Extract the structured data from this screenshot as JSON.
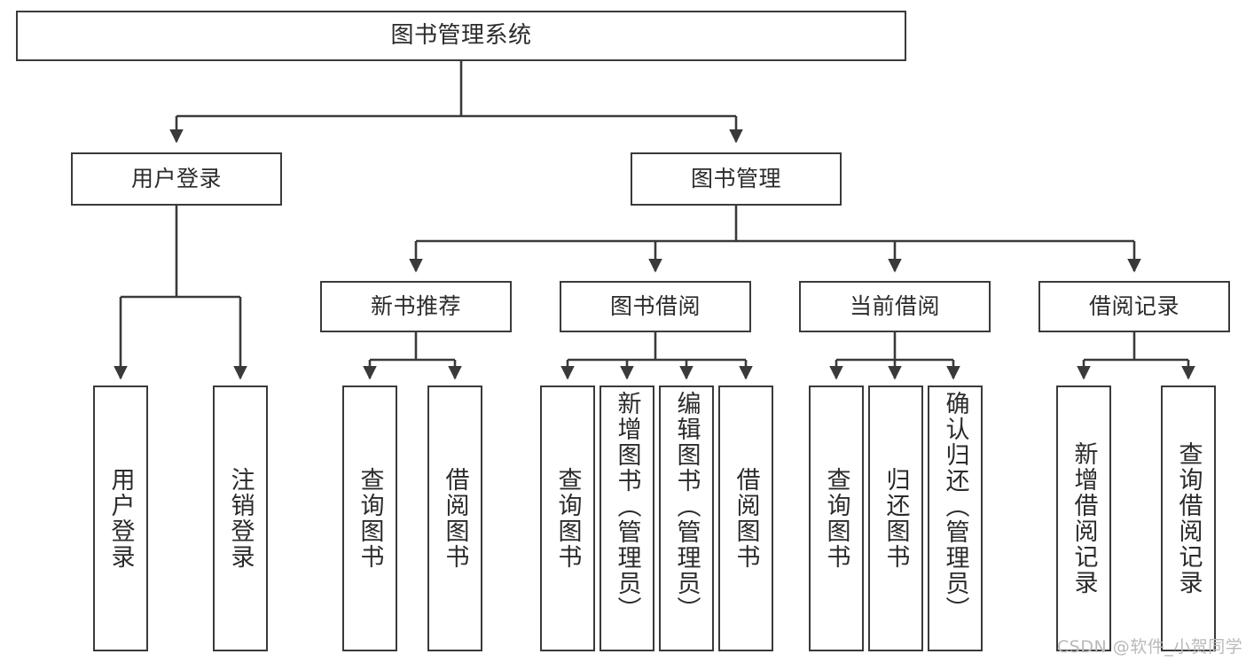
{
  "diagram": {
    "title": "图书管理系统",
    "type": "tree-hierarchy-chart",
    "colors": {
      "stroke": "#3a3a3a",
      "fill": "#ffffff",
      "text": "#2b2b2b",
      "watermark": "#b9b9b9",
      "background": "#ffffff"
    },
    "nodes": {
      "root": {
        "label": "图书管理系统"
      },
      "level2": [
        {
          "id": "user-login",
          "label": "用户登录"
        },
        {
          "id": "book-manage",
          "label": "图书管理"
        }
      ],
      "level3": [
        {
          "id": "new-book-recommend",
          "label": "新书推荐"
        },
        {
          "id": "book-borrow",
          "label": "图书借阅"
        },
        {
          "id": "current-borrow",
          "label": "当前借阅"
        },
        {
          "id": "borrow-record",
          "label": "借阅记录"
        }
      ],
      "level4": {
        "user-login": [
          {
            "id": "leaf-user-login",
            "label": "用户登录"
          },
          {
            "id": "leaf-user-logout",
            "label": "注销登录"
          }
        ],
        "new-book-recommend": [
          {
            "id": "leaf-query-book-1",
            "label": "查询图书"
          },
          {
            "id": "leaf-borrow-book-1",
            "label": "借阅图书"
          }
        ],
        "book-borrow": [
          {
            "id": "leaf-query-book-2",
            "label": "查询图书"
          },
          {
            "id": "leaf-add-book",
            "label": "新增图书（管理员）"
          },
          {
            "id": "leaf-edit-book",
            "label": "编辑图书（管理员）"
          },
          {
            "id": "leaf-borrow-book-2",
            "label": "借阅图书"
          }
        ],
        "current-borrow": [
          {
            "id": "leaf-query-book-3",
            "label": "查询图书"
          },
          {
            "id": "leaf-return-book",
            "label": "归还图书"
          },
          {
            "id": "leaf-confirm-return",
            "label": "确认归还（管理员）"
          }
        ],
        "borrow-record": [
          {
            "id": "leaf-add-record",
            "label": "新增借阅记录"
          },
          {
            "id": "leaf-query-record",
            "label": "查询借阅记录"
          }
        ]
      }
    },
    "watermark": "CSDN @软件_小贺同学"
  }
}
